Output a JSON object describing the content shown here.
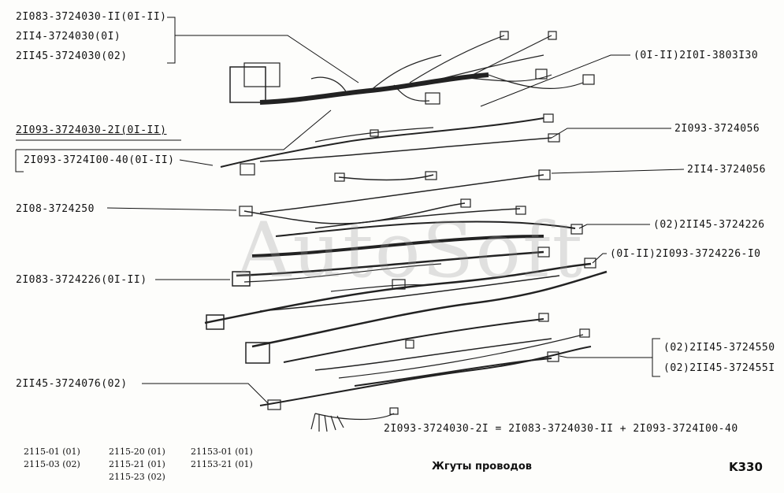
{
  "labels_left": {
    "group1_line1": "2I083-3724030-II(0I-II)",
    "group1_line2": "2II4-3724030(0I)",
    "group1_line3": "2II45-3724030(02)",
    "harness_2": "2I093-3724030-2I(0I-II)",
    "harness_3": "2I093-3724I00-40(0I-II)",
    "harness_4": "2I08-3724250",
    "harness_5": "2I083-3724226(0I-II)",
    "harness_6": "2II45-3724076(02)"
  },
  "labels_right": {
    "r1": "(0I-II)2I0I-3803I30",
    "r2": "2I093-3724056",
    "r3": "2II4-3724056",
    "r4": "(02)2II45-3724226",
    "r5": "(0I-II)2I093-3724226-I0",
    "r6a": "(02)2II45-3724550",
    "r6b": "(02)2II45-372455I"
  },
  "equation": "2I093-3724030-2I = 2I083-3724030-II + 2I093-3724I00-40",
  "models": {
    "col1": [
      "2115-01 (01)",
      "2115-03 (02)"
    ],
    "col2": [
      "2115-20 (01)",
      "2115-21 (01)",
      "2115-23 (02)"
    ],
    "col3": [
      "21153-01 (01)",
      "21153-21 (01)"
    ]
  },
  "title": "Жгуты проводов",
  "page_code": "K330",
  "watermark": "AutoSoft"
}
